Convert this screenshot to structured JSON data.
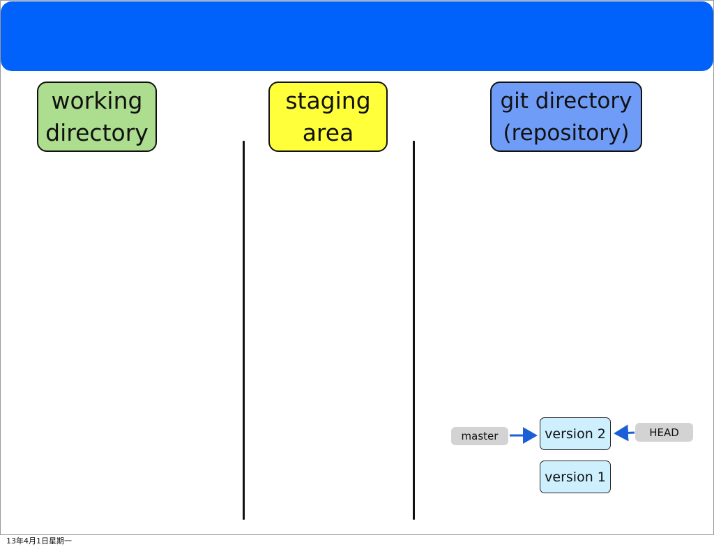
{
  "areas": {
    "working": "working\ndirectory",
    "staging": "staging\narea",
    "git": "git directory\n(repository)"
  },
  "commits": {
    "v2": "version 2",
    "v1": "version 1"
  },
  "refs": {
    "master": "master",
    "head": "HEAD"
  },
  "colors": {
    "title_bar": "#0062fb",
    "working": "#addd8e",
    "staging": "#ffff3a",
    "git": "#6f9cf7",
    "commit": "#cdeffe",
    "ref": "#d3d3d3",
    "arrow": "#1a5fd6"
  },
  "footer": {
    "date": "13年4月1日星期一"
  }
}
